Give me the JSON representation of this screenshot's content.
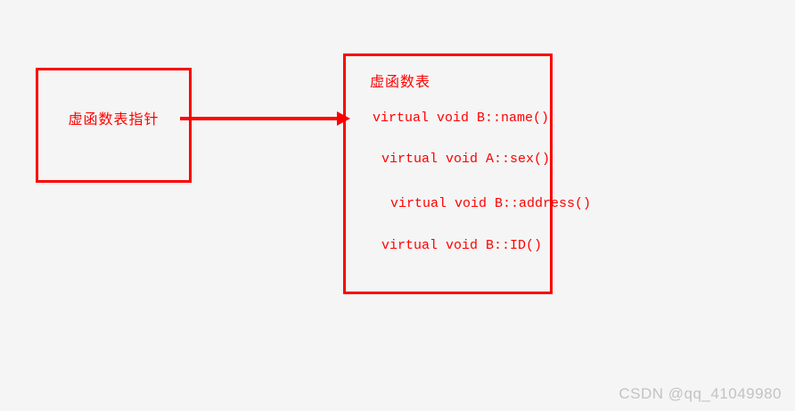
{
  "diagram": {
    "pointer_box": {
      "label": "虚函数表指针"
    },
    "vtable_box": {
      "title": "虚函数表",
      "entries": [
        "virtual void B::name()",
        "virtual void A::sex()",
        "virtual void B::address()",
        "virtual void B::ID()"
      ]
    },
    "arrow": {
      "from": "pointer_box",
      "to": "vtable_box",
      "direction": "right"
    }
  },
  "watermark": "CSDN @qq_41049980",
  "colors": {
    "accent": "#ff0000",
    "background": "#f5f5f5",
    "watermark": "#c3c3c3"
  }
}
